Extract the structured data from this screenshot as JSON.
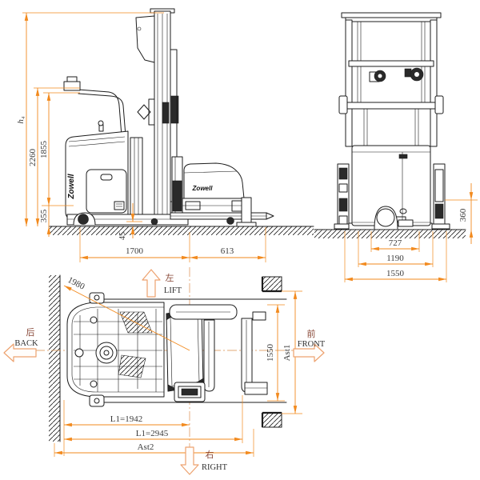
{
  "diagram": {
    "brand_side": "Zowell",
    "brand_platform": "Zowell",
    "side": {
      "h4": "h₄",
      "h2260": "2260",
      "h1855": "1855",
      "h355": "355",
      "h45": "45",
      "w1700": "1700",
      "w613": "613"
    },
    "front": {
      "h360": "360",
      "w727": "727",
      "w1190": "1190",
      "w1550": "1550"
    },
    "plan": {
      "r1980": "1980",
      "w1550": "1550",
      "ast1": "Ast1",
      "l1": "L1=1942",
      "l2": "L1=2945",
      "ast2": "Ast2"
    },
    "dirs": {
      "lift_cn": "左",
      "lift_en": "LIFT",
      "back_cn": "后",
      "back_en": "BACK",
      "front_cn": "前",
      "front_en": "FRONT",
      "right_cn": "右",
      "right_en": "RIGHT"
    },
    "colors": {
      "dimension": "#f28a1e",
      "line": "#1c1c1c",
      "outline_arrow": "#eda26f",
      "cjk_text": "#8a4a3a",
      "dim_text": "#3b3b3b"
    }
  }
}
